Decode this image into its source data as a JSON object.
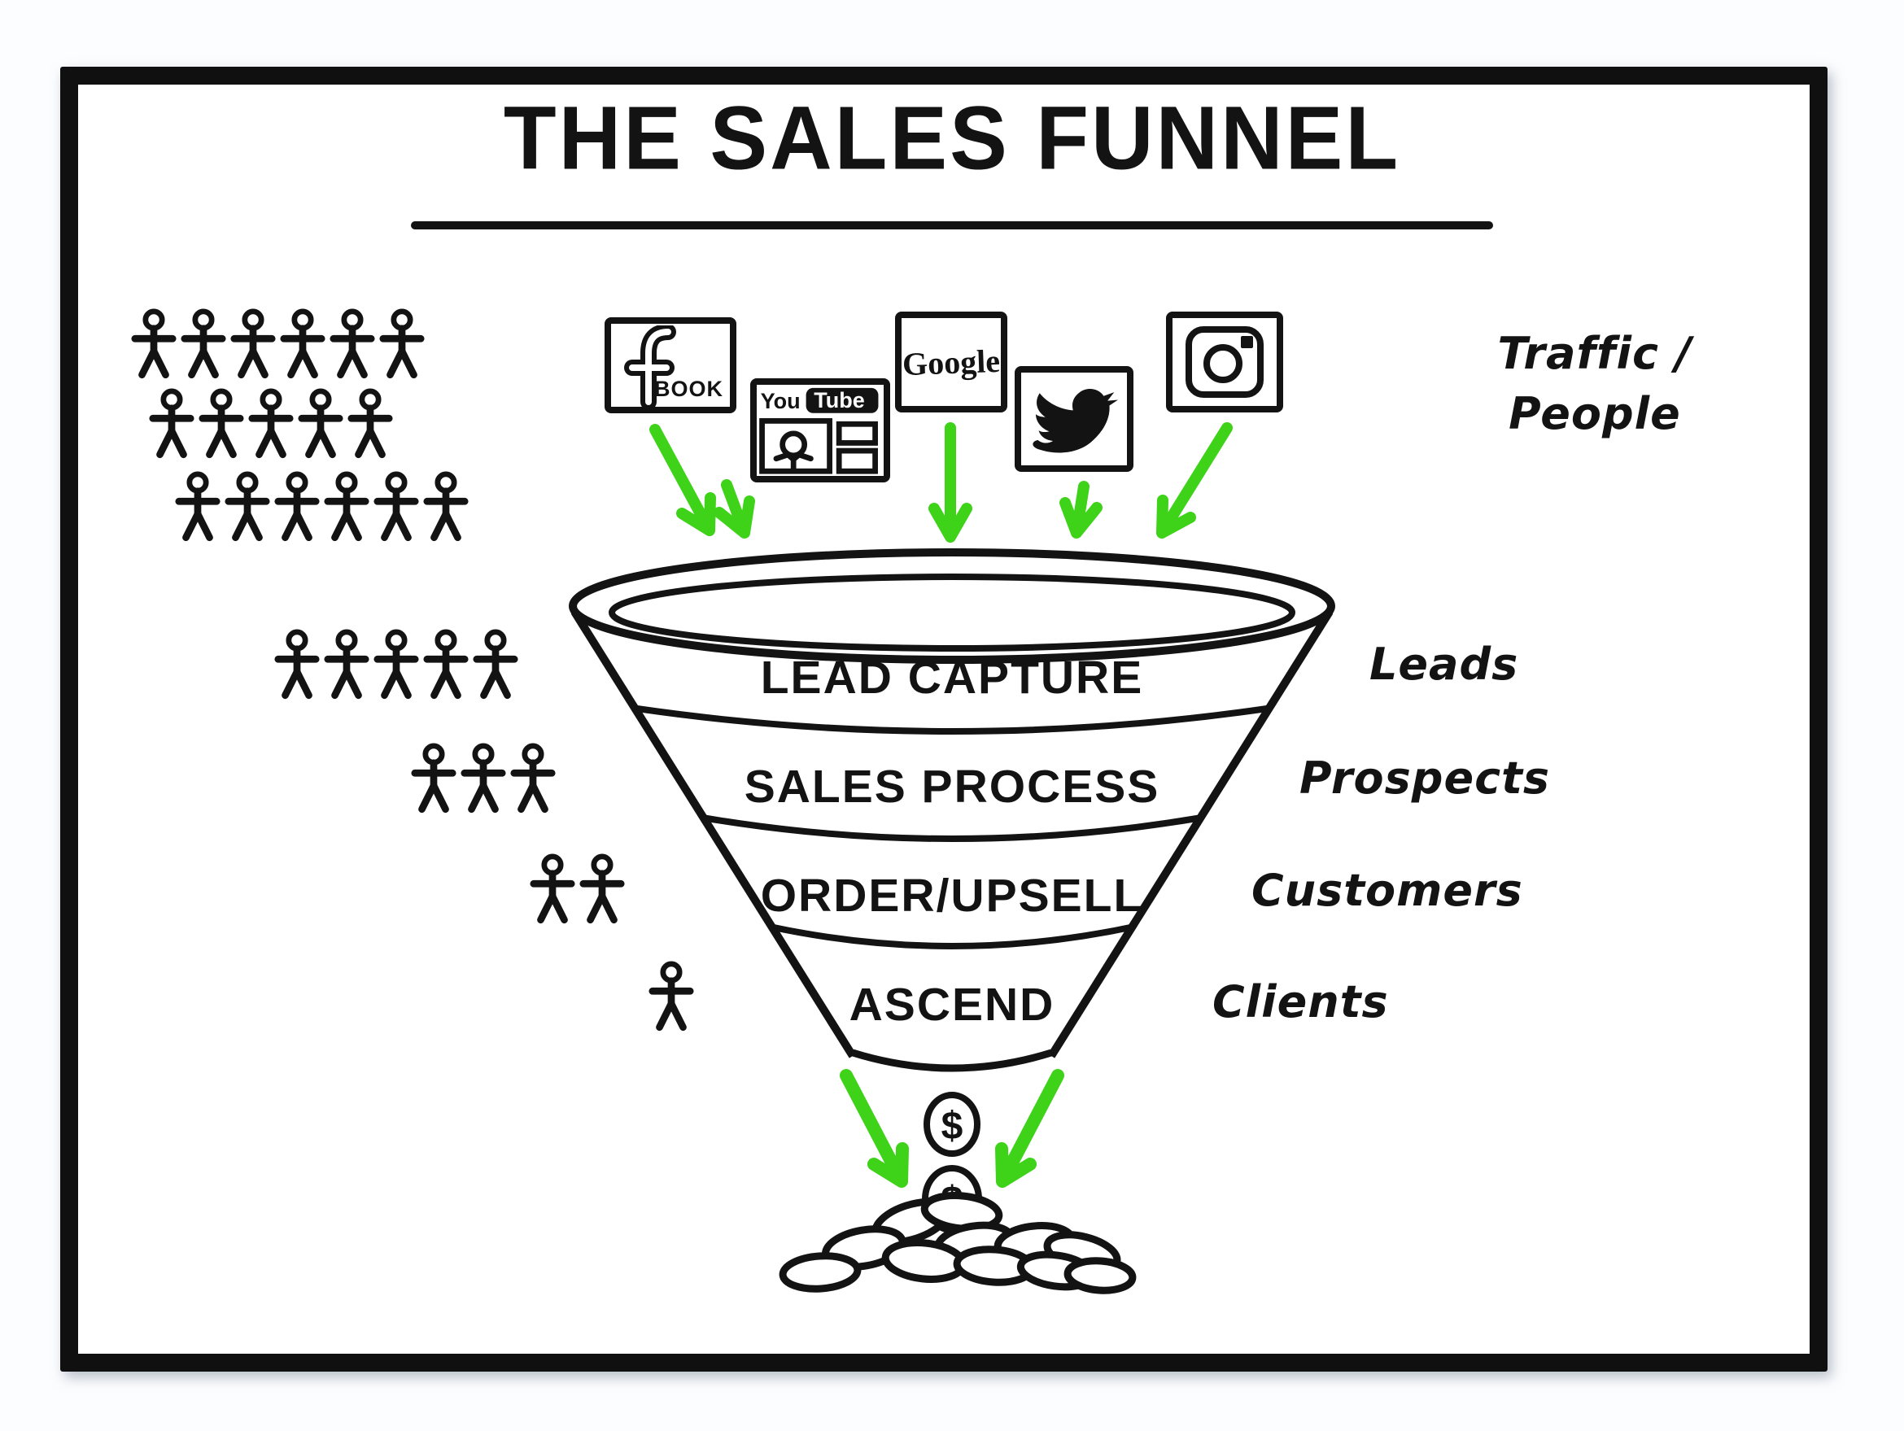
{
  "title": "THE SALES FUNNEL",
  "colors": {
    "arrow_green": "#3ed219",
    "ink": "#131313"
  },
  "traffic": {
    "line1": "Traffic /",
    "line2": "People"
  },
  "crowd_rows": [
    6,
    5,
    6
  ],
  "icons": {
    "facebook": {
      "f": "f",
      "book": "BOOK"
    },
    "youtube": {
      "you": "You",
      "tube": "Tube"
    },
    "google": {
      "label": "Google"
    }
  },
  "funnel": {
    "stages": [
      {
        "label": "LEAD CAPTURE",
        "audience": "Leads",
        "figures": 5
      },
      {
        "label": "SALES PROCESS",
        "audience": "Prospects",
        "figures": 3
      },
      {
        "label": "ORDER/UPSELL",
        "audience": "Customers",
        "figures": 2
      },
      {
        "label": "ASCEND",
        "audience": "Clients",
        "figures": 1
      }
    ]
  },
  "coins": {
    "symbol": "$",
    "falling_count": 2,
    "pile_count": 11
  }
}
